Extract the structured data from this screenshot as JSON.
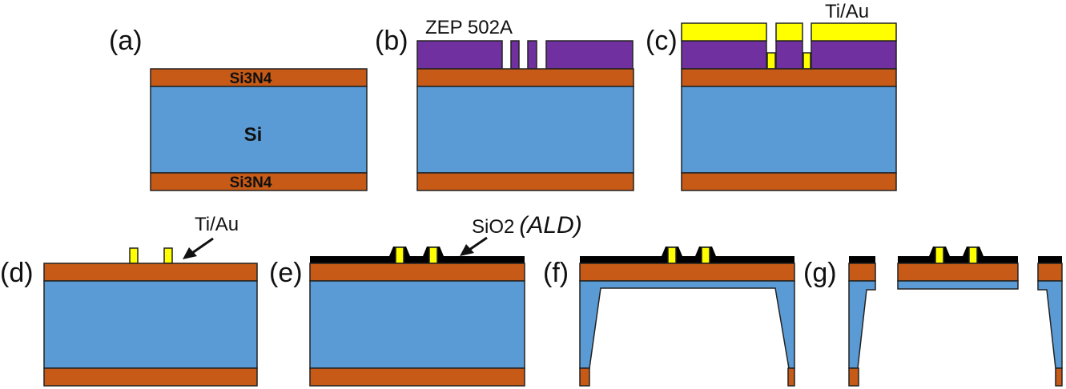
{
  "colors": {
    "si3n4": "#c65a16",
    "si": "#5b9bd5",
    "resist": "#7030a0",
    "metal": "#ffff00",
    "sio2": "#000000"
  },
  "panels": {
    "a": {
      "label": "(a)",
      "top_layer": "Si3N4",
      "core_layer": "Si",
      "bottom_layer": "Si3N4"
    },
    "b": {
      "label": "(b)",
      "annotation": "ZEP 502A"
    },
    "c": {
      "label": "(c)",
      "annotation": "Ti/Au"
    },
    "d": {
      "label": "(d)",
      "annotation": "Ti/Au"
    },
    "e": {
      "label": "(e)",
      "annotation_main": "SiO",
      "annotation_sub": "2",
      "annotation_italic": "(ALD)"
    },
    "f": {
      "label": "(f)"
    },
    "g": {
      "label": "(g)"
    }
  }
}
